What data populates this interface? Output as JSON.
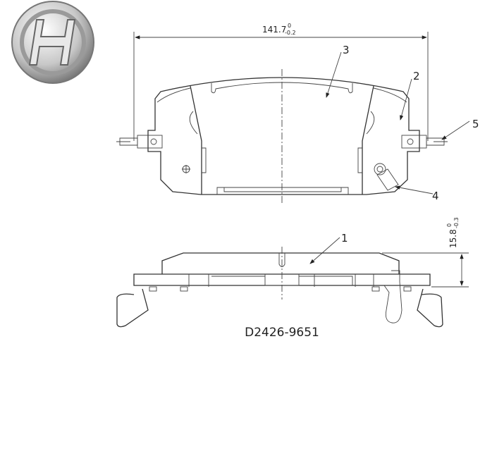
{
  "logo": {
    "text": "H",
    "colors": {
      "light": "#f2f2f2",
      "dark": "#7a7a7a"
    }
  },
  "dimensions": {
    "width": {
      "value": "141.7",
      "upper_tol": "0",
      "lower_tol": "-0.2"
    },
    "thickness": {
      "value": "15.8",
      "upper_tol": "0",
      "lower_tol": "-0.3"
    }
  },
  "callouts": [
    "1",
    "2",
    "3",
    "4",
    "5"
  ],
  "part_number": "D2426-9651"
}
